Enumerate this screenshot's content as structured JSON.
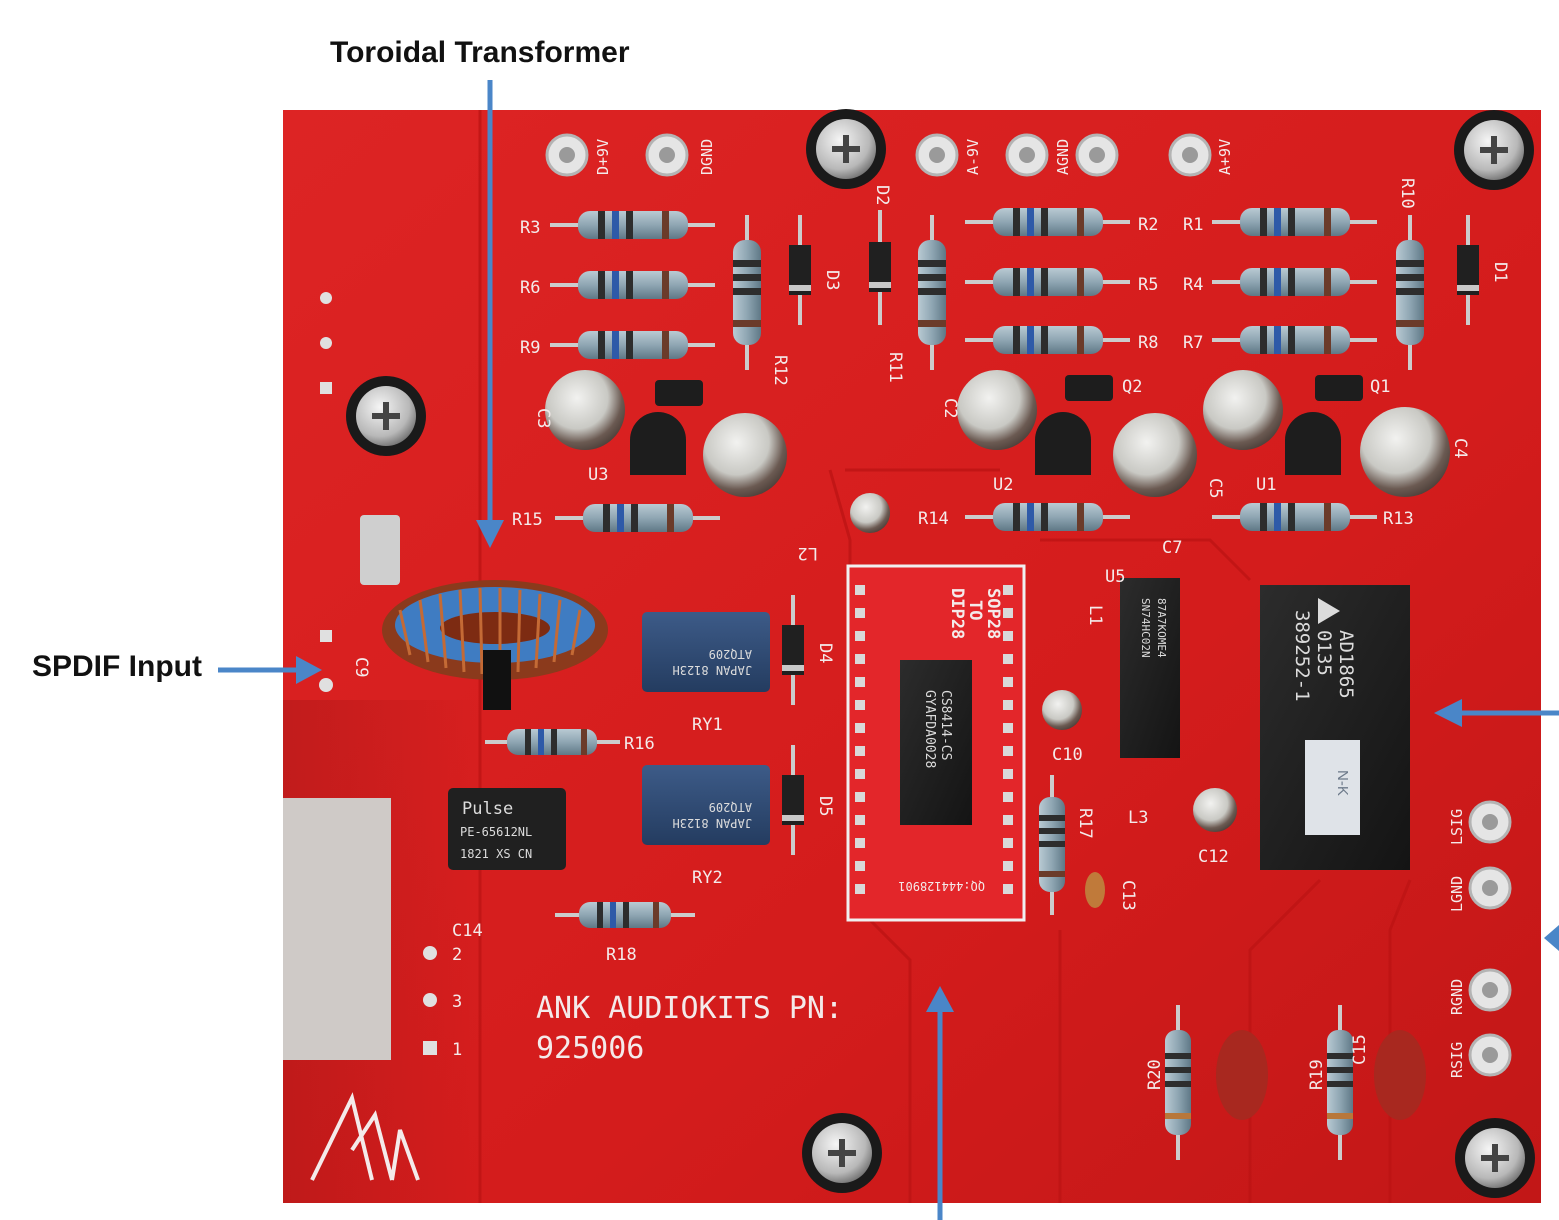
{
  "callouts": {
    "toroidal_transformer": "Toroidal Transformer",
    "spdif_input": "SPDIF Input"
  },
  "colors": {
    "board": "#d81e1e",
    "board_dark": "#b51616",
    "arrow": "#4a86c8",
    "adapter": "#e3262a",
    "chip": "#1e1e1e",
    "capacitor": "#6b5a52",
    "resistor": "#8fa6b3"
  },
  "board": {
    "kit_line1": "ANK AUDIOKITS PN:",
    "kit_line2": "925006",
    "logo_mark": "ank-logo",
    "pads": {
      "d9v": "D+9V",
      "dgnd": "DGND",
      "a9vneg": "A-9V",
      "agnd": "AGND",
      "a9vpos": "A+9V",
      "lsig": "LSIG",
      "lgnd": "LGND",
      "rgnd": "RGND",
      "rsig": "RSIG"
    },
    "refs": {
      "r1": "R1",
      "r2": "R2",
      "r3": "R3",
      "r4": "R4",
      "r5": "R5",
      "r6": "R6",
      "r7": "R7",
      "r8": "R8",
      "r9": "R9",
      "r10": "R10",
      "r11": "R11",
      "r12": "R12",
      "r13": "R13",
      "r14": "R14",
      "r15": "R15",
      "r16": "R16",
      "r17": "R17",
      "r18": "R18",
      "r19": "R19",
      "r20": "R20",
      "c2": "C2",
      "c3": "C3",
      "c4": "C4",
      "c5": "C5",
      "c7": "C7",
      "c9": "C9",
      "c10": "C10",
      "c12": "C12",
      "c13": "C13",
      "c14": "C14",
      "c15": "C15",
      "d1": "D1",
      "d2": "D2",
      "d3": "D3",
      "d4": "D4",
      "d5": "D5",
      "u1": "U1",
      "u2": "U2",
      "u3": "U3",
      "u5": "U5",
      "q1": "Q1",
      "q2": "Q2",
      "l1": "L1",
      "l2": "L2",
      "l3": "L3",
      "ry1": "RY1",
      "ry2": "RY2",
      "pin1": "1",
      "pin2": "2",
      "pin3": "3"
    },
    "relay_text": {
      "l1": "ATQ209",
      "l2": "JAPAN 8123H"
    },
    "pulse": {
      "brand": "Pulse",
      "part": "PE-65612NL",
      "code": "1821 XS CN"
    },
    "adapter": {
      "title1": "SOP28",
      "title2": "TO",
      "title3": "DIP28",
      "serial": "QQ:444128901"
    },
    "receiver_chip": {
      "part": "CS8414-CS",
      "code": "GYAFDA0028"
    },
    "logic_chip": {
      "l1": "87A7KOME4",
      "l2": "SN74HC02N"
    },
    "dac_chip": {
      "part": "AD1865",
      "l2": "0135",
      "l3": "389252-1",
      "sticker": "N-K"
    }
  }
}
